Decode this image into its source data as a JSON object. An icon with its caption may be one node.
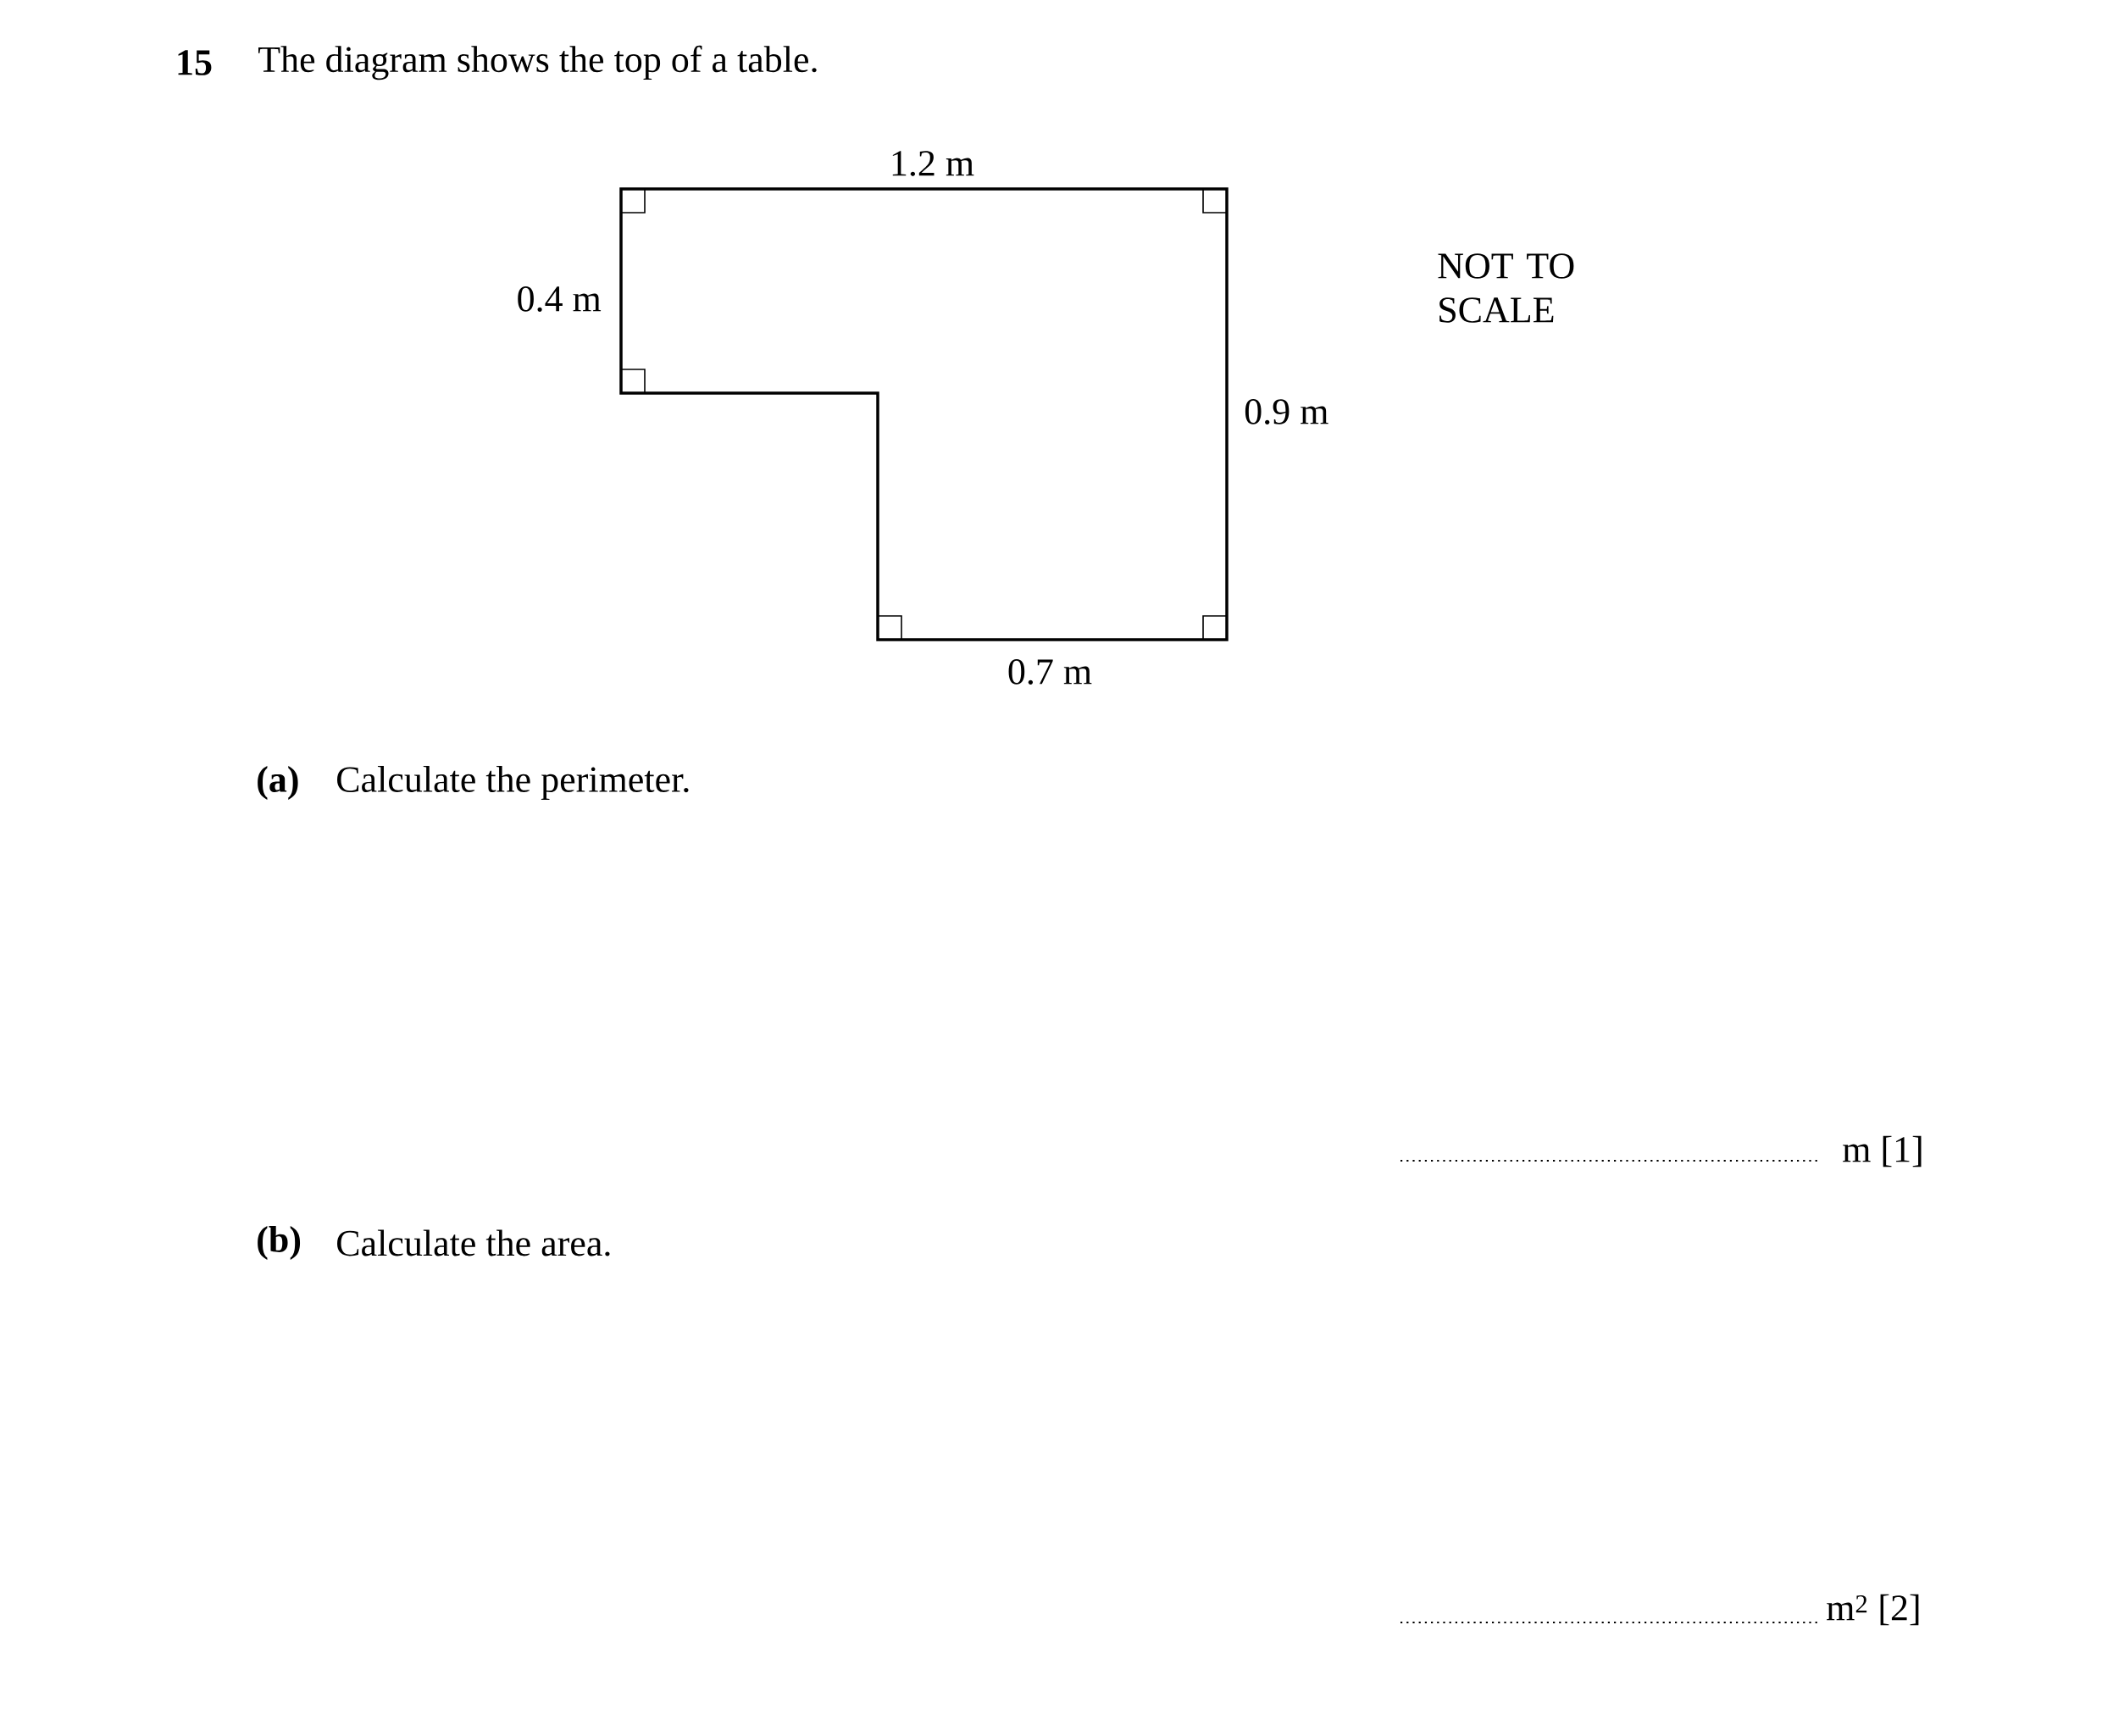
{
  "diagram": {
    "labels": [
      "15",
      "The diagram shows the top of a table.",
      "1.2 m",
      "0.4 m",
      "NOT TO SCALE",
      "0.9 m",
      "0.7 m",
      "(a)",
      "Calculate the perimeter.",
      "m [1]",
      "(b)",
      "Calculate the area.",
      "m$^{2}$ [2]"
    ]
  }
}
